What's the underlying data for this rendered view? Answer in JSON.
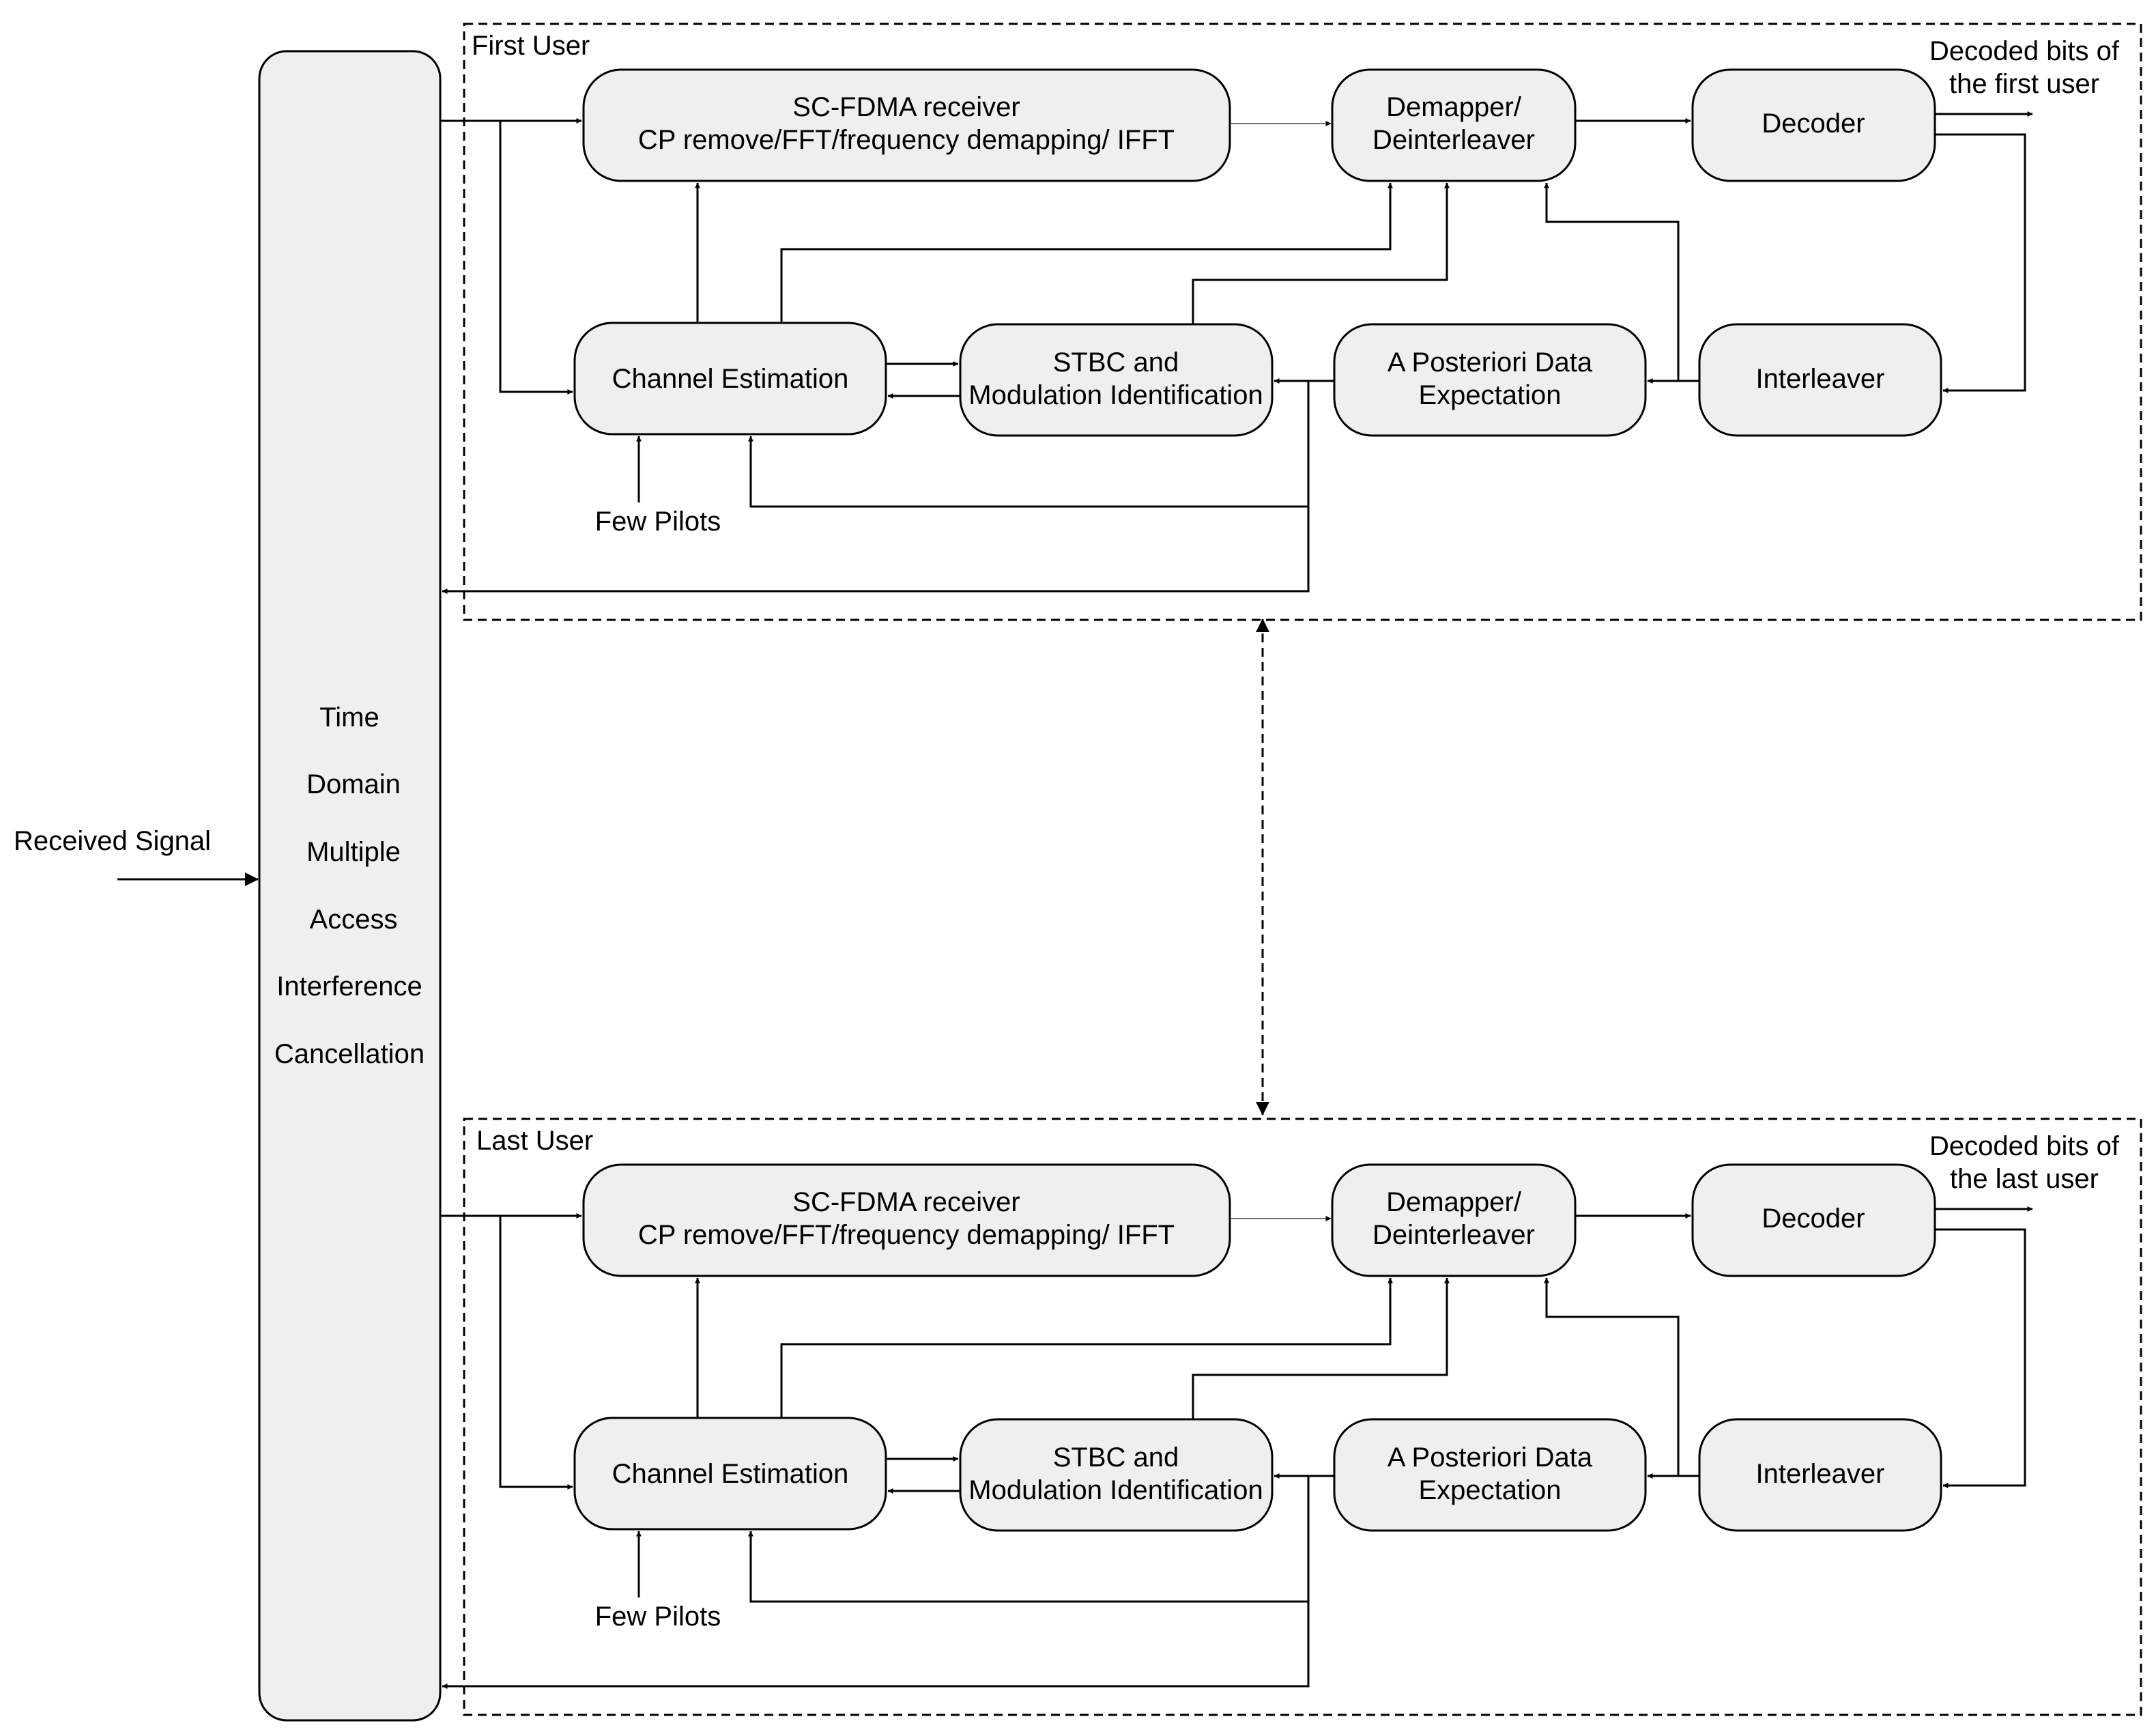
{
  "input_label": "Received Signal",
  "tdmaic_lines": [
    "Time",
    "Domain",
    "Multiple",
    "Access",
    "Interference",
    "Cancellation"
  ],
  "users": [
    {
      "title": "First User",
      "sc_fdma": [
        "SC-FDMA receiver",
        "CP remove/FFT/frequency demapping/ IFFT"
      ],
      "demapper": [
        "Demapper/",
        "Deinterleaver"
      ],
      "decoder": "Decoder",
      "output": [
        "Decoded bits of",
        "the first user"
      ],
      "channel_estimation": "Channel Estimation",
      "stbc": [
        "STBC and",
        "Modulation Identification"
      ],
      "apde": [
        "A Posteriori Data",
        "Expectation"
      ],
      "interleaver": "Interleaver",
      "pilots": "Few Pilots"
    },
    {
      "title": "Last User",
      "sc_fdma": [
        "SC-FDMA receiver",
        "CP remove/FFT/frequency demapping/ IFFT"
      ],
      "demapper": [
        "Demapper/",
        "Deinterleaver"
      ],
      "decoder": "Decoder",
      "output": [
        "Decoded bits of",
        "the last user"
      ],
      "channel_estimation": "Channel Estimation",
      "stbc": [
        "STBC and",
        "Modulation Identification"
      ],
      "apde": [
        "A Posteriori Data",
        "Expectation"
      ],
      "interleaver": "Interleaver",
      "pilots": "Few Pilots"
    }
  ]
}
